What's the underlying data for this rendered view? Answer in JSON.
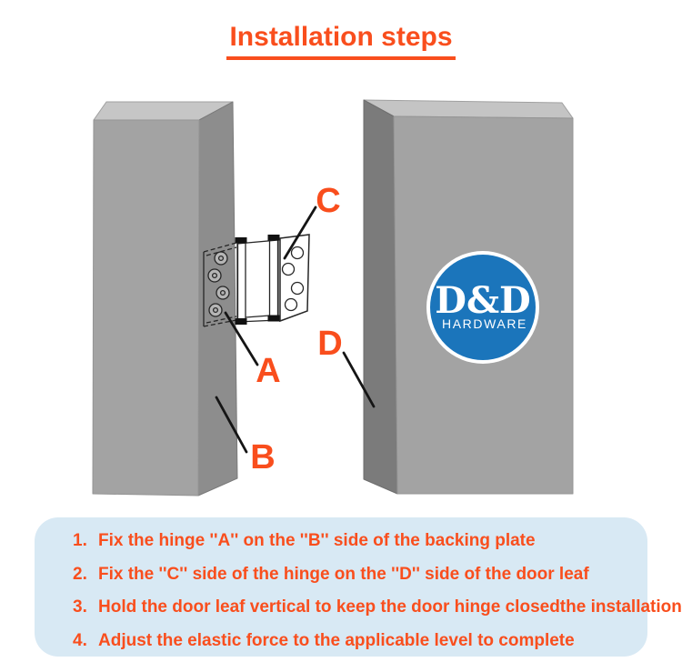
{
  "title": "Installation steps",
  "colors": {
    "accent": "#f94e1d",
    "logo_blue": "#1b75bb",
    "panel_bg": "#d8e9f4",
    "block_front": "#a3a3a3",
    "block_side_left": "#8d8d8d",
    "block_side_right": "#7b7b7b",
    "block_top_left": "#c6c6c6",
    "block_top_right": "#c4c4c4",
    "line_dark": "#151515"
  },
  "diagram": {
    "label_a": "A",
    "label_b": "B",
    "label_c": "C",
    "label_d": "D",
    "logo_text": "D&D",
    "logo_subtext": "HARDWARE"
  },
  "steps": [
    {
      "num": "1.",
      "text": "Fix the hinge ''A'' on the ''B'' side of the backing plate"
    },
    {
      "num": "2.",
      "text": "Fix the ''C'' side of the hinge on the ''D'' side of the door leaf"
    },
    {
      "num": "3.",
      "text": "Hold the door leaf vertical to keep the door hinge closedthe installation"
    },
    {
      "num": "4.",
      "text": "Adjust the elastic force to the applicable level to complete"
    }
  ]
}
